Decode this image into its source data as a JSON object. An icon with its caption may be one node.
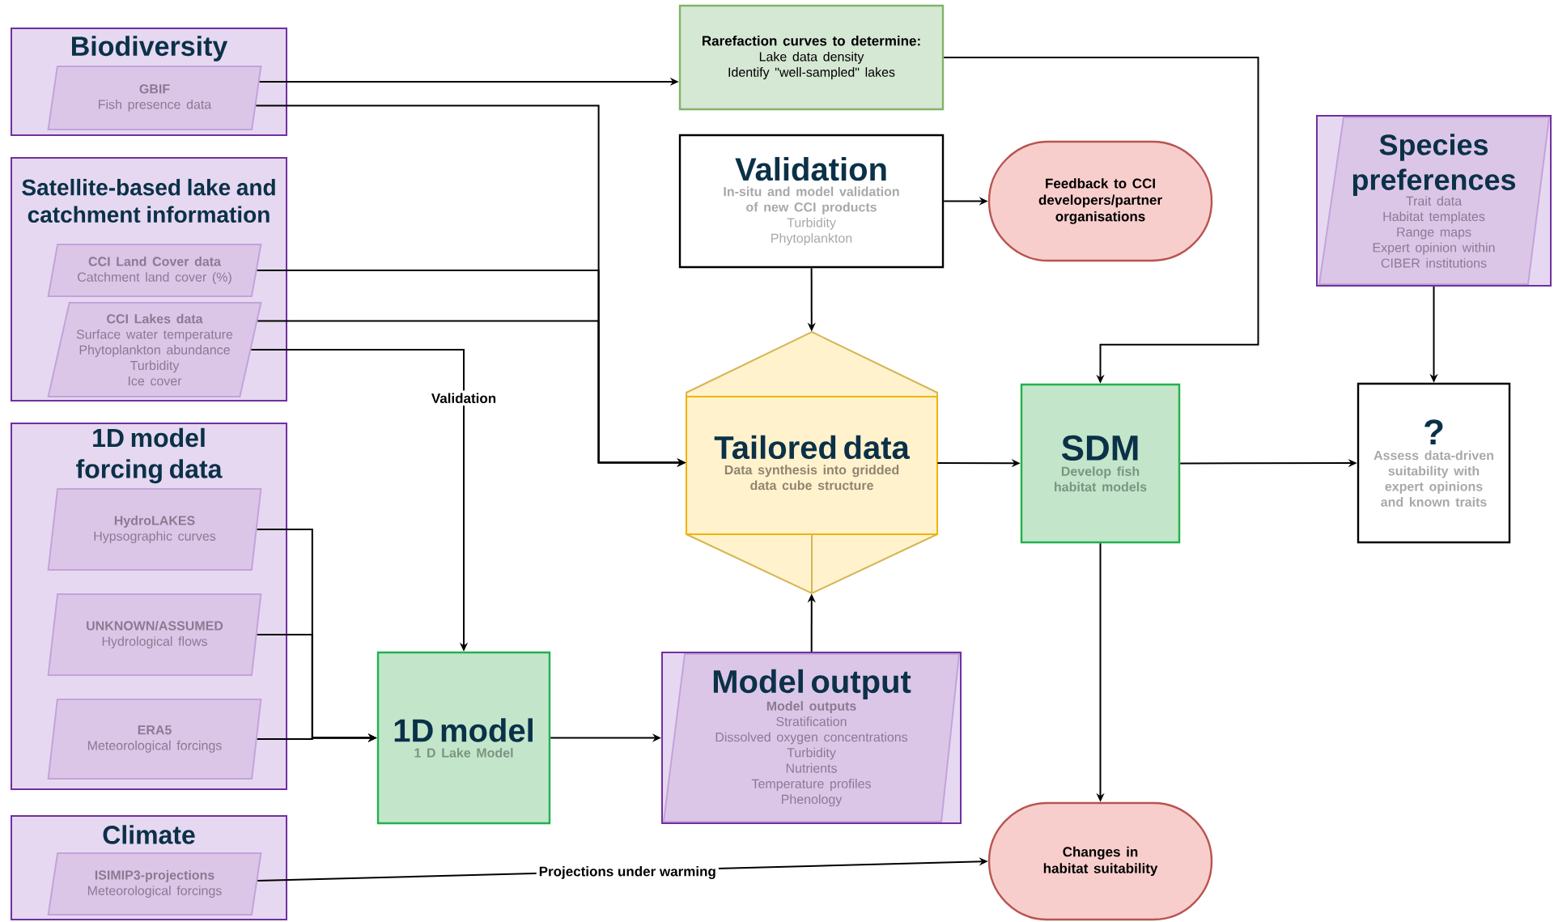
{
  "diagram": {
    "nodes": [
      {
        "text": [
          "Biodiversity"
        ]
      },
      {
        "text": [
          "GBIF",
          "Fish presence data"
        ],
        "in": 0
      },
      {
        "text": [
          "Satellite-based lake and catchment information"
        ]
      },
      {
        "text": [
          "CCI Land Cover data",
          "Catchment land cover (%)"
        ],
        "in": 2
      },
      {
        "text": [
          "CCI Lakes data",
          "Surface water temperature",
          "Phytoplankton abundance",
          "Turbidity",
          "Ice cover"
        ],
        "in": 2
      },
      {
        "text": [
          "1D model forcing data"
        ]
      },
      {
        "text": [
          "HydroLAKES",
          "Hypsographic curves"
        ],
        "in": 5
      },
      {
        "text": [
          "UNKNOWN/ASSUMED",
          "Hydrological flows"
        ],
        "in": 5
      },
      {
        "text": [
          "ERA5",
          "Meteorological forcings"
        ],
        "in": 5
      },
      {
        "text": [
          "Climate"
        ]
      },
      {
        "text": [
          "ISIMIP3-projections",
          "Meteorological forcings"
        ],
        "in": 9
      },
      {
        "text": [
          "Rarefaction curves to determine:",
          "Lake data density",
          "Identify \"well-sampled\" lakes"
        ]
      },
      {
        "text": [
          "Validation",
          "In-situ and model validation of new CCI products",
          "Turbidity",
          "Phytoplankton"
        ]
      },
      {
        "text": [
          "Feedback to CCI developers/partner organisations"
        ]
      },
      {
        "text": [
          "Tailored data",
          "Data synthesis into gridded data cube structure"
        ]
      },
      {
        "text": [
          "SDM",
          "Develop fish habitat models"
        ]
      },
      {
        "text": [
          "Species preferences",
          "Trait data",
          "Habitat templates",
          "Range maps",
          "Expert opinion within CIBER institutions"
        ]
      },
      {
        "text": [
          "?",
          "Assess data-driven suitability with expert opinions and known traits"
        ]
      },
      {
        "text": [
          "1D model",
          "1 D Lake Model"
        ]
      },
      {
        "text": [
          "Model output",
          "Model outputs",
          "Stratification",
          "Dissolved oxygen concentrations",
          "Turbidity",
          "Nutrients",
          "Temperature profiles",
          "Phenology"
        ]
      },
      {
        "text": [
          "Changes in habitat suitability"
        ]
      }
    ],
    "edges": [
      {
        "from": 1,
        "to": 11,
        "arrow": "to"
      },
      {
        "from": 1,
        "to": 14,
        "arrow": "to"
      },
      {
        "from": 3,
        "to": 14,
        "arrow": "to"
      },
      {
        "from": 4,
        "to": 14,
        "arrow": "to"
      },
      {
        "from": 4,
        "to": 18,
        "arrow": "to",
        "label": "Validation"
      },
      {
        "from": 6,
        "to": 18,
        "arrow": "to"
      },
      {
        "from": 7,
        "to": 18,
        "arrow": "to"
      },
      {
        "from": 8,
        "to": 18,
        "arrow": "to"
      },
      {
        "from": 10,
        "to": 20,
        "arrow": "to",
        "label": "Projections under warming"
      },
      {
        "from": 11,
        "to": 15,
        "arrow": "to"
      },
      {
        "from": 12,
        "to": 13,
        "arrow": "to"
      },
      {
        "from": 12,
        "to": 14,
        "arrow": "to"
      },
      {
        "from": 14,
        "to": 15,
        "arrow": "to"
      },
      {
        "from": 15,
        "to": 17,
        "arrow": "to"
      },
      {
        "from": 15,
        "to": 20,
        "arrow": "to"
      },
      {
        "from": 16,
        "to": 17,
        "arrow": "to"
      },
      {
        "from": 18,
        "to": 19,
        "arrow": "to"
      },
      {
        "from": 19,
        "to": 14,
        "arrow": "to"
      }
    ]
  }
}
